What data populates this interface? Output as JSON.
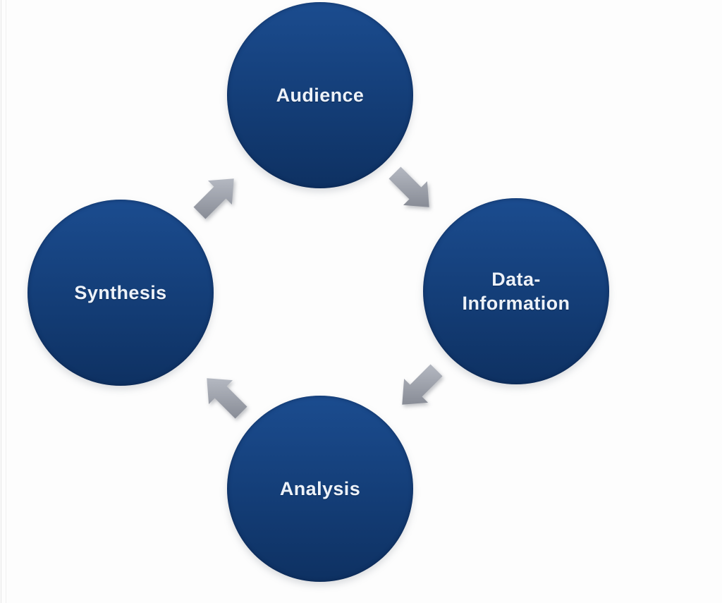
{
  "diagram": {
    "type": "cycle",
    "nodes": [
      {
        "id": "audience",
        "label": "Audience"
      },
      {
        "id": "data-information",
        "label": "Data-\nInformation"
      },
      {
        "id": "analysis",
        "label": "Analysis"
      },
      {
        "id": "synthesis",
        "label": "Synthesis"
      }
    ],
    "edges": [
      {
        "from": "Audience",
        "to": "Data-Information"
      },
      {
        "from": "Data-Information",
        "to": "Analysis"
      },
      {
        "from": "Analysis",
        "to": "Synthesis"
      },
      {
        "from": "Synthesis",
        "to": "Audience"
      }
    ],
    "flow": "clockwise",
    "colors": {
      "background": "#fdfdfd",
      "circle_top": "#1b4c8f",
      "circle_mid": "#143e78",
      "circle_bottom": "#0e3162",
      "label_text": "#edf2f9",
      "arrow_light": "#b4b8c1",
      "arrow_dark": "#888c96"
    }
  }
}
